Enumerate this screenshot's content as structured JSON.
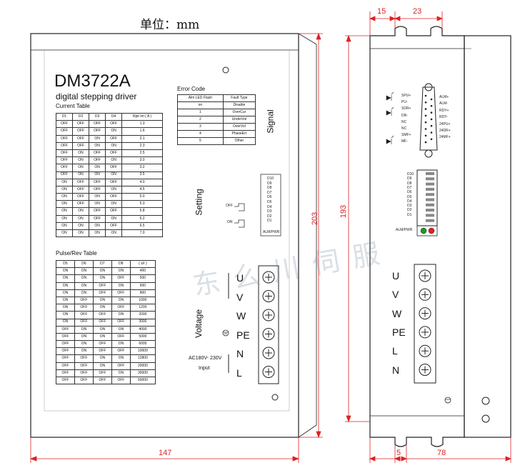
{
  "unit_label": "单位：mm",
  "watermark": "东 么 川 伺 服",
  "front": {
    "model": "DM3722A",
    "subtitle": "digital stepping driver",
    "current_table_title": "Current Table",
    "current_headers": [
      "D1",
      "D2",
      "D3",
      "D4",
      "Rpk Im ( A )"
    ],
    "current_rows": [
      [
        "OFF",
        "OFF",
        "OFF",
        "OFF",
        "1.3"
      ],
      [
        "OFF",
        "OFF",
        "OFF",
        "ON",
        "1.6"
      ],
      [
        "OFF",
        "OFF",
        "ON",
        "OFF",
        "2.1"
      ],
      [
        "OFF",
        "OFF",
        "ON",
        "ON",
        "2.3"
      ],
      [
        "OFF",
        "ON",
        "OFF",
        "OFF",
        "2.5"
      ],
      [
        "OFF",
        "ON",
        "OFF",
        "ON",
        "3.0"
      ],
      [
        "OFF",
        "ON",
        "ON",
        "OFF",
        "3.2"
      ],
      [
        "OFF",
        "ON",
        "ON",
        "ON",
        "3.5"
      ],
      [
        "ON",
        "OFF",
        "OFF",
        "OFF",
        "4.0"
      ],
      [
        "ON",
        "OFF",
        "OFF",
        "ON",
        "4.5"
      ],
      [
        "ON",
        "OFF",
        "ON",
        "OFF",
        "5.0"
      ],
      [
        "ON",
        "OFF",
        "ON",
        "ON",
        "5.3"
      ],
      [
        "ON",
        "ON",
        "OFF",
        "OFF",
        "5.8"
      ],
      [
        "ON",
        "ON",
        "OFF",
        "ON",
        "6.2"
      ],
      [
        "ON",
        "ON",
        "ON",
        "OFF",
        "6.5"
      ],
      [
        "ON",
        "ON",
        "ON",
        "ON",
        "7.0"
      ]
    ],
    "pulse_table_title": "Pulse/Rev Table",
    "pulse_headers": [
      "D5",
      "D6",
      "D7",
      "D8",
      "( s/r )"
    ],
    "pulse_rows": [
      [
        "ON",
        "ON",
        "ON",
        "ON",
        "400"
      ],
      [
        "ON",
        "ON",
        "ON",
        "OFF",
        "500"
      ],
      [
        "ON",
        "ON",
        "OFF",
        "ON",
        "600"
      ],
      [
        "ON",
        "ON",
        "OFF",
        "OFF",
        "800"
      ],
      [
        "ON",
        "OFF",
        "ON",
        "ON",
        "1000"
      ],
      [
        "ON",
        "OFF",
        "ON",
        "OFF",
        "1200"
      ],
      [
        "ON",
        "OFF",
        "OFF",
        "ON",
        "2000"
      ],
      [
        "ON",
        "OFF",
        "OFF",
        "OFF",
        "3000"
      ],
      [
        "OFF",
        "ON",
        "ON",
        "ON",
        "4000"
      ],
      [
        "OFF",
        "ON",
        "ON",
        "OFF",
        "5000"
      ],
      [
        "OFF",
        "ON",
        "OFF",
        "ON",
        "6000"
      ],
      [
        "OFF",
        "ON",
        "OFF",
        "OFF",
        "10000"
      ],
      [
        "OFF",
        "OFF",
        "ON",
        "ON",
        "12800"
      ],
      [
        "OFF",
        "OFF",
        "ON",
        "OFF",
        "20000"
      ],
      [
        "OFF",
        "OFF",
        "OFF",
        "ON",
        "30000"
      ],
      [
        "OFF",
        "OFF",
        "OFF",
        "OFF",
        "60000"
      ]
    ],
    "error_title": "Error Code",
    "error_headers": [
      "Alm LED Flash",
      "Fault Type"
    ],
    "error_rows": [
      [
        "on",
        "Disable"
      ],
      [
        "1",
        "OverCur"
      ],
      [
        "2",
        "UnderVol"
      ],
      [
        "3",
        "OverVol"
      ],
      [
        "4",
        "PhaseErr"
      ],
      [
        "5",
        "Other"
      ]
    ],
    "signal_label": "Signal",
    "setting_label": "Setting",
    "voltage_label": "Voltage",
    "off_label": "OFF",
    "on_label": "ON",
    "dip_labels": [
      "D10",
      "D9",
      "D8",
      "D7",
      "D6",
      "D5",
      "D4",
      "D3",
      "D2",
      "D1"
    ],
    "alm_pwr": "ALM/PWR",
    "terminals": [
      "U",
      "V",
      "W",
      "PE",
      "N",
      "L"
    ],
    "ac_label": "AC180V- 230V",
    "input_label": "Input"
  },
  "side": {
    "signals_left": [
      "SPU+",
      "PU-",
      "SDR+",
      "DR-",
      "NC",
      "NC",
      "SMF+",
      "MF-"
    ],
    "signals_right": [
      "ALM+",
      "ALM-",
      "RDY+",
      "RDY-",
      "24PU+",
      "24DR+",
      "24MF+"
    ],
    "dip_labels": [
      "D10",
      "D9",
      "D8",
      "D7",
      "D6",
      "D5",
      "D4",
      "D3",
      "D2",
      "D1"
    ],
    "alm_pwr": "ALM/PWR",
    "terminals": [
      "U",
      "V",
      "W",
      "PE",
      "L",
      "N"
    ]
  },
  "dimensions": {
    "front_width": "147",
    "front_height": "203",
    "side_height": "193",
    "side_width": "78",
    "top_left": "15",
    "top_right": "23",
    "bottom_slot": "5"
  }
}
